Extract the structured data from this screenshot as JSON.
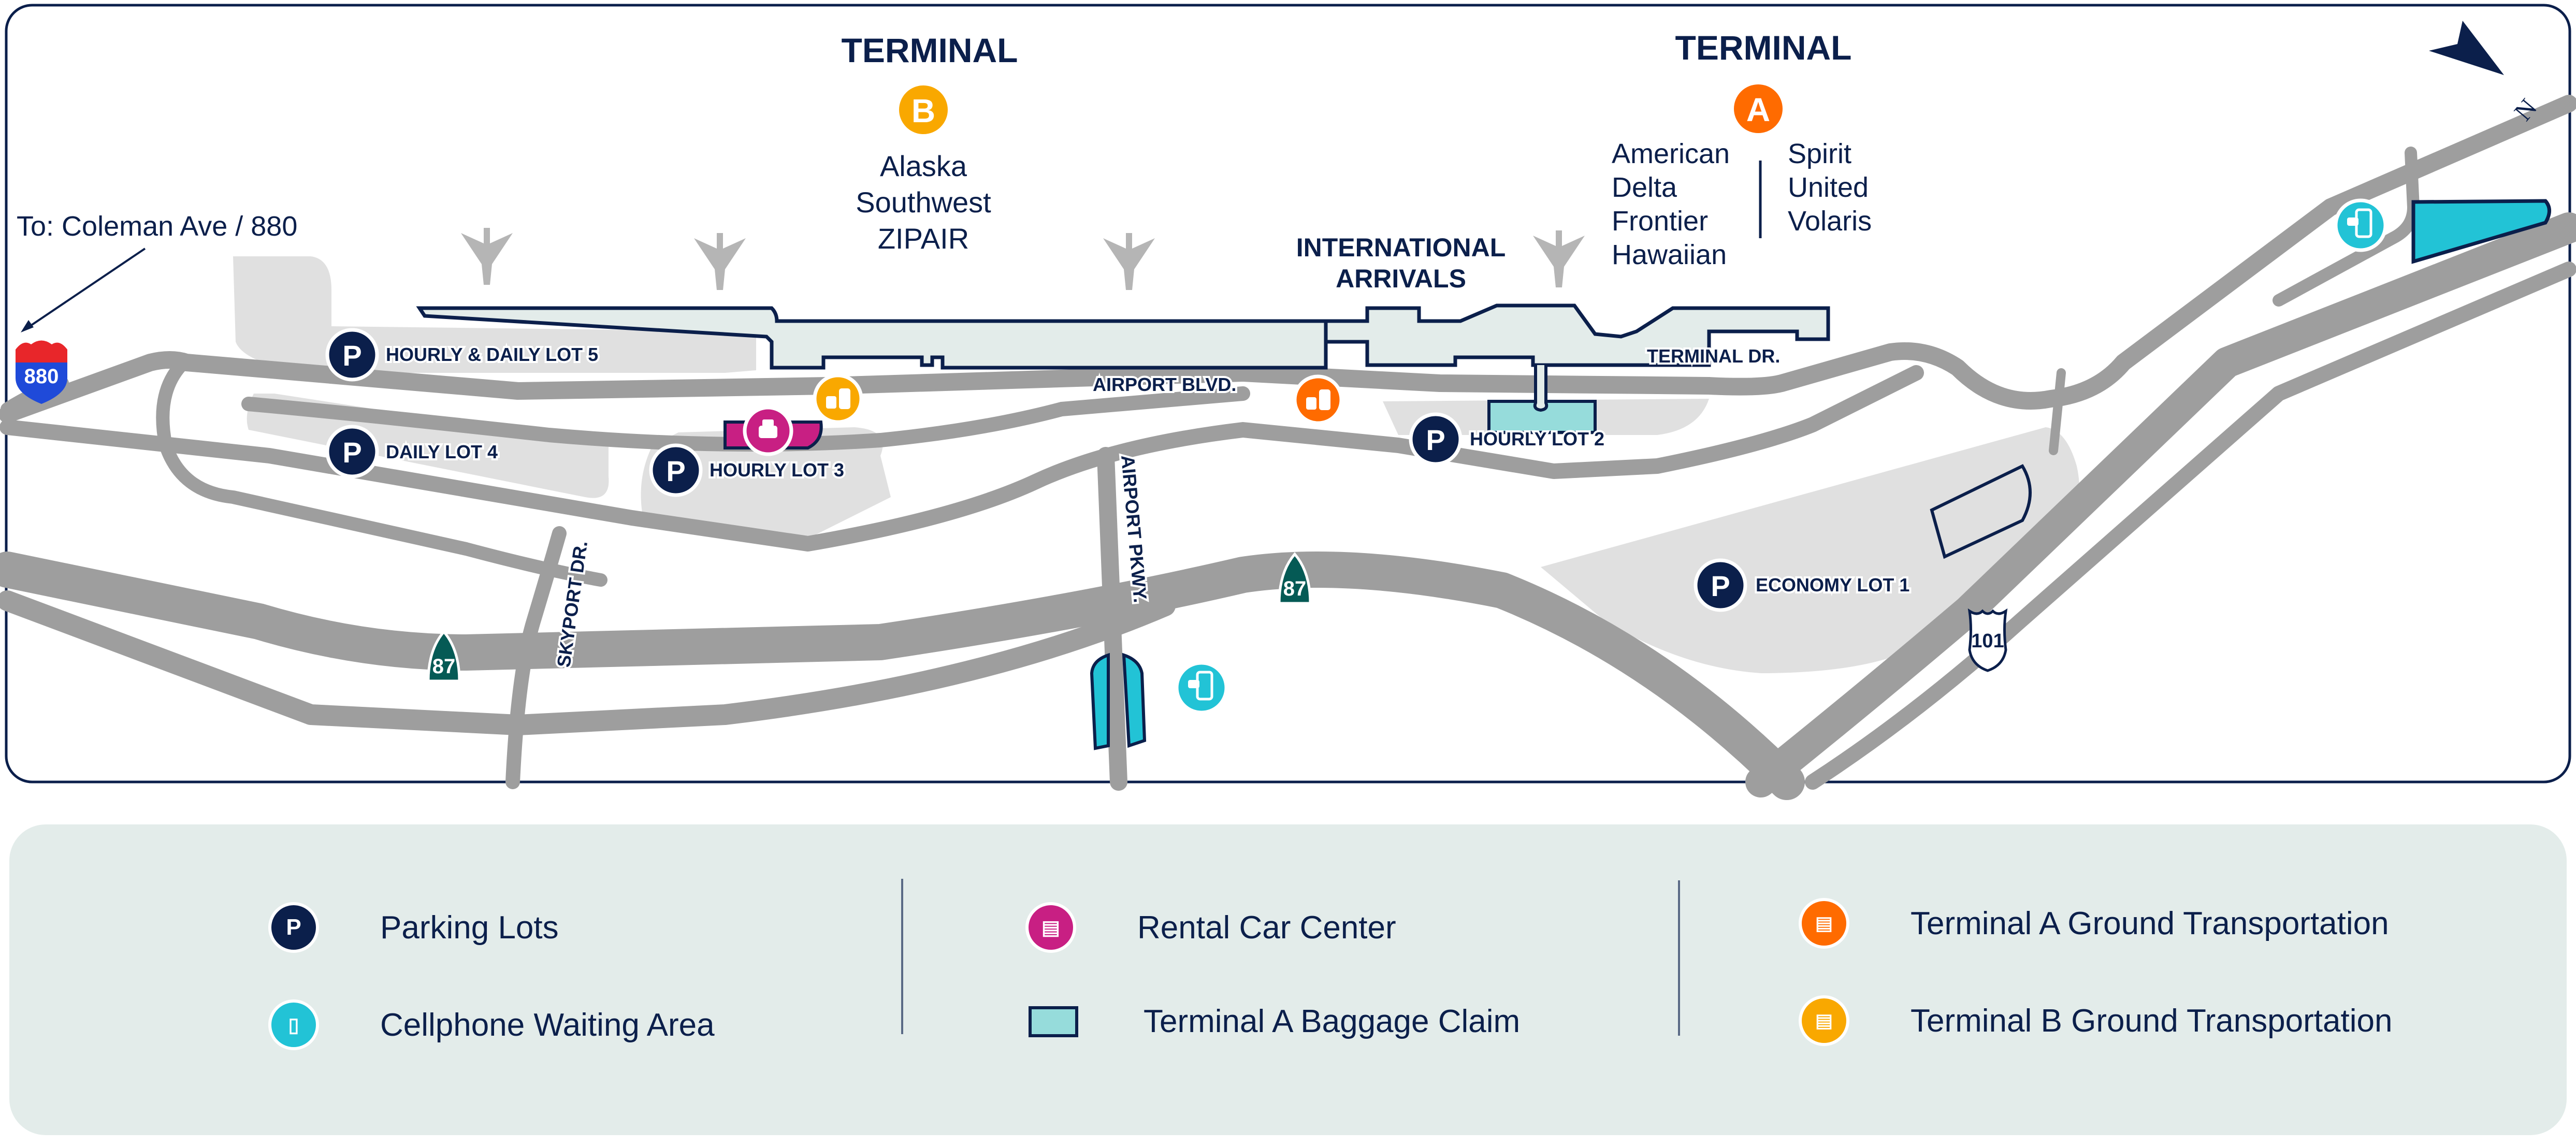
{
  "map": {
    "terminal_b": {
      "title": "TERMINAL",
      "badge": "B",
      "color": "#f9a800",
      "airlines": [
        "Alaska",
        "Southwest",
        "ZIPAIR"
      ]
    },
    "terminal_a": {
      "title": "TERMINAL",
      "badge": "A",
      "color": "#ff6b00",
      "airlines_left": [
        "American",
        "Delta",
        "Frontier",
        "Hawaiian"
      ],
      "airlines_right": [
        "Spirit",
        "United",
        "Volaris"
      ]
    },
    "international_arrivals": [
      "INTERNATIONAL",
      "ARRIVALS"
    ],
    "direction_note": "To: Coleman Ave / 880",
    "compass_label": "N",
    "roads": {
      "airport_blvd": "AIRPORT BLVD.",
      "airport_pkwy": "AIRPORT PKWY.",
      "skyport_dr": "SKYPORT DR.",
      "terminal_dr": "TERMINAL DR."
    },
    "shields": {
      "interstate": "880",
      "state_route": "87",
      "us_route": "101"
    },
    "parking_symbol": "P",
    "lots": {
      "lot5": "HOURLY & DAILY LOT 5",
      "lot4": "DAILY LOT 4",
      "lot3": "HOURLY LOT 3",
      "lot2": "HOURLY LOT 2",
      "lot1": "ECONOMY LOT 1"
    }
  },
  "legend": {
    "items": [
      {
        "label": "Parking Lots",
        "icon": "parking-icon",
        "symbol": "P",
        "color": "#0b1f4b"
      },
      {
        "label": "Cellphone Waiting Area",
        "icon": "cellphone-icon",
        "symbol": "📱",
        "color": "#22c3d6"
      },
      {
        "label": "Rental Car Center",
        "icon": "rental-car-icon",
        "symbol": "🚗",
        "color": "#c81f83"
      },
      {
        "label": "Terminal A Baggage Claim",
        "icon": "baggage-claim-swatch",
        "color": "#96dcdb"
      },
      {
        "label": "Terminal A Ground Transportation",
        "icon": "ground-transport-icon",
        "symbol": "🚕",
        "color": "#ff6b00"
      },
      {
        "label": "Terminal B Ground Transportation",
        "icon": "ground-transport-icon",
        "symbol": "🚕",
        "color": "#f9a800"
      }
    ]
  },
  "colors": {
    "navy": "#0b1f4b",
    "road": "#9e9e9e",
    "lot": "#e0e0e0",
    "terminal_fill": "#e3ecea",
    "cell_lot": "#22c3d6",
    "baggage": "#96dcdb",
    "shield_green": "#055a55"
  }
}
